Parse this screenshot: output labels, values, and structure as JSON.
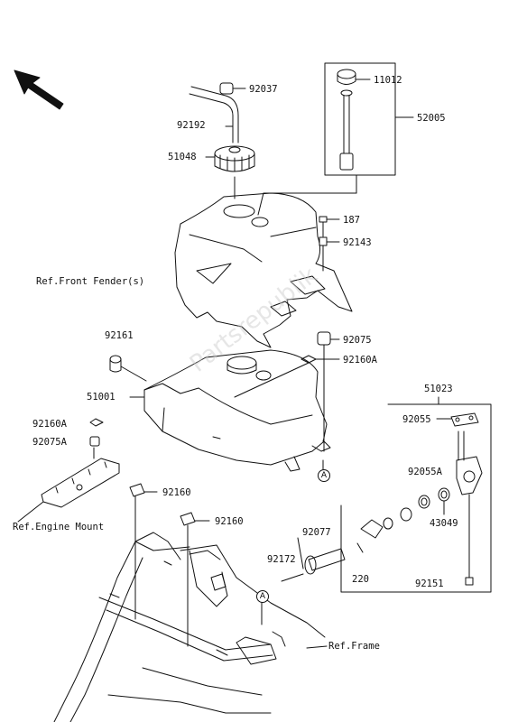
{
  "parts": {
    "p92037": "92037",
    "p92192": "92192",
    "p51048": "51048",
    "p11012": "11012",
    "p52005": "52005",
    "p187": "187",
    "p92143": "92143",
    "ref_front_fender": "Ref.Front Fender(s)",
    "p92075": "92075",
    "p92161": "92161",
    "p92160A_right": "92160A",
    "p51001": "51001",
    "p51023": "51023",
    "p92055": "92055",
    "p92160A_left": "92160A",
    "p92075A": "92075A",
    "p92055A": "92055A",
    "p43049": "43049",
    "ref_engine_mount": "Ref.Engine Mount",
    "p92160_a": "92160",
    "p92160_b": "92160",
    "p92077": "92077",
    "p92172": "92172",
    "p220": "220",
    "p92151": "92151",
    "ref_frame": "Ref.Frame"
  },
  "callouts": {
    "a1": "A",
    "a2": "A"
  },
  "watermark": "Partsrepublik",
  "colors": {
    "line": "#111111",
    "watermark": "#c9c9c9"
  }
}
